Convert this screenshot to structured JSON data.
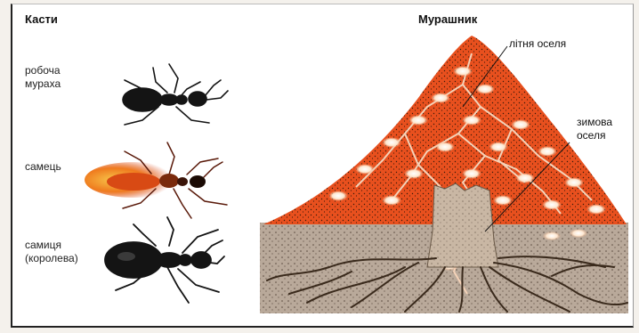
{
  "left_panel": {
    "title": "Касти",
    "castes": [
      {
        "line1": "робоча",
        "line2": "мураха"
      },
      {
        "line1": "самець",
        "line2": ""
      },
      {
        "line1": "самиця",
        "line2": "(королева)"
      }
    ]
  },
  "right_panel": {
    "title": "Мурашник",
    "labels": {
      "summer": "літня оселя",
      "winter_line1": "зимова",
      "winter_line2": "оселя"
    }
  },
  "colors": {
    "mound": "#e8501e",
    "soil": "#b9a99a",
    "ant": "#141414",
    "male_glow": "#f29a2a"
  }
}
